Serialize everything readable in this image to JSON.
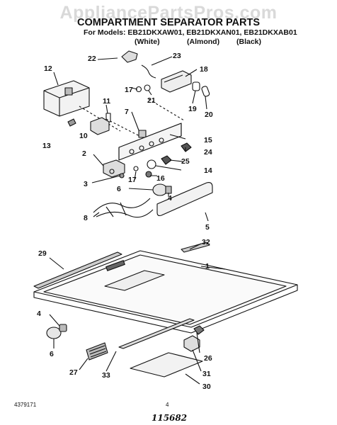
{
  "watermark": "AppliancePartsPros.com",
  "title": "COMPARTMENT SEPARATOR PARTS",
  "models": "For Models: EB21DKXAW01, EB21DKXAN01, EB21DKXAB01",
  "colors": [
    "(White)",
    "(Almond)",
    "(Black)"
  ],
  "callouts": [
    "22",
    "23",
    "18",
    "12",
    "11",
    "17",
    "21",
    "19",
    "20",
    "7",
    "15",
    "10",
    "13",
    "24",
    "2",
    "25",
    "14",
    "17",
    "16",
    "3",
    "4",
    "6",
    "8",
    "5",
    "29",
    "32",
    "1",
    "4",
    "6",
    "26",
    "27",
    "33",
    "31",
    "30"
  ],
  "footer": {
    "doc_number": "4379171",
    "page": "4",
    "handwritten": "115682"
  }
}
